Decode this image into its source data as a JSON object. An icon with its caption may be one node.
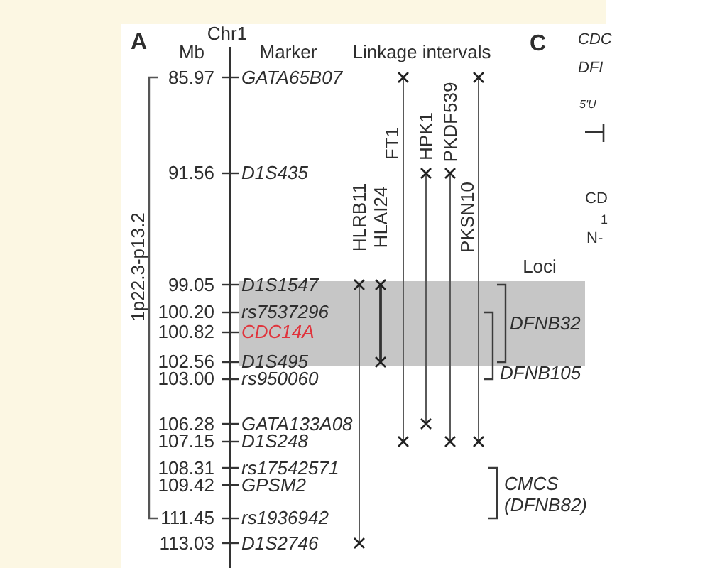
{
  "diagram": {
    "labels": [
      "A",
      "Chr1",
      "Mb",
      "Marker",
      "Linkage intervals",
      "1p22.3-p13.2",
      "85.97",
      "GATA65B07",
      "91.56",
      "D1S435",
      "99.05",
      "D1S1547",
      "100.20",
      "rs7537296",
      "100.82",
      "CDC14A",
      "102.56",
      "D1S495",
      "103.00",
      "rs950060",
      "106.28",
      "GATA133A08",
      "107.15",
      "D1S248",
      "108.31",
      "rs17542571",
      "109.42",
      "GPSM2",
      "111.45",
      "rs1936942",
      "113.03",
      "D1S2746",
      "HLRB11",
      "HLAI24",
      "FT1",
      "HPK1",
      "PKDF539",
      "PKSN10",
      "Loci",
      "DFNB32",
      "DFNB105",
      "CMCS (DFNB82)",
      "C",
      "CDC",
      "DFI",
      "5'U",
      "CD",
      "1",
      "N-"
    ]
  }
}
